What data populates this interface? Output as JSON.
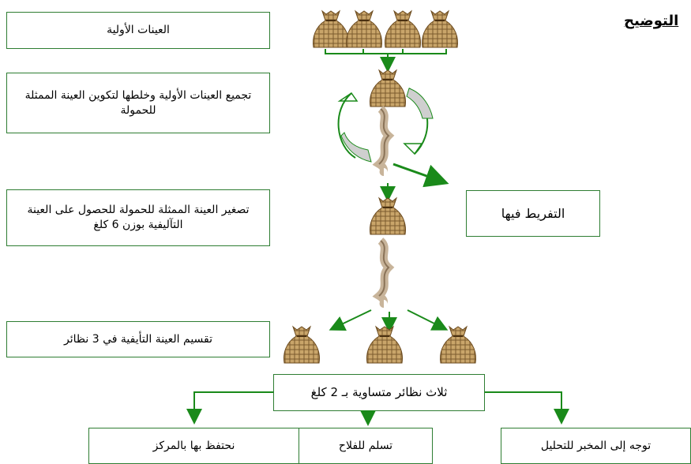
{
  "heading": "التوضيح",
  "steps": {
    "primary_samples": "العينات الأولية",
    "collect_mix": "تجميع العينات الأولية وخلطها لتكوين العينة الممثلة للحمولة",
    "reduce": "تصغير العينة الممثلة للحمولة للحصول على العينة التآليفية بوزن 6 كلغ",
    "discharge": "التفريط فيها",
    "divide": "تقسيم العينة التأيفية في 3 نظائر",
    "three_copies": "ثلاث نظائر متساوية بـ 2 كلغ"
  },
  "destinations": {
    "keep_center": "نحتفظ بها بالمركز",
    "farmer": "تسلم للفلاح",
    "lab": "توجه إلى المخبر للتحليل"
  },
  "colors": {
    "arrow": "#1a8a1a",
    "box_border": "#2e7d32",
    "sack": "#b8955a"
  }
}
